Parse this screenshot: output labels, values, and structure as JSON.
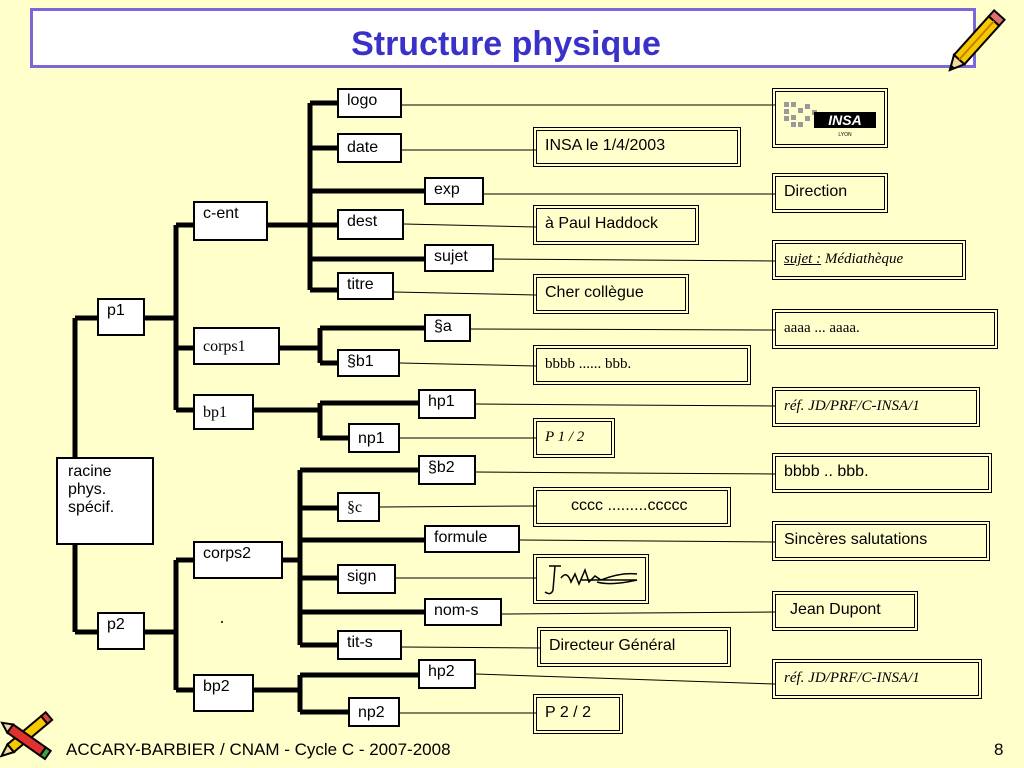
{
  "title": "Structure physique",
  "footer": "ACCARY-BARBIER / CNAM - Cycle C - 2007-2008",
  "page_number": "8",
  "nodes": {
    "racine": "racine\nphys.\nspécif.",
    "p1": "p1",
    "p2": "p2",
    "c_ent": "c-ent",
    "corps1": "corps1",
    "bp1": "bp1",
    "corps2": "corps2",
    "bp2": "bp2",
    "logo": "logo",
    "date": "date",
    "exp": "exp",
    "dest": "dest",
    "sujet": "sujet",
    "titre": "titre",
    "para_a": "§a",
    "para_b1": "§b1",
    "hp1": "hp1",
    "np1": "np1",
    "para_b2": "§b2",
    "para_c": "§c",
    "formule": "formule",
    "sign": "sign",
    "nom_s": "nom-s",
    "tit_s": "tit-s",
    "hp2": "hp2",
    "np2": "np2"
  },
  "values": {
    "logo_text": "INSA",
    "logo_subtext": "LYON",
    "date": "INSA le 1/4/2003",
    "exp": "Direction",
    "dest": "à Paul Haddock",
    "sujet_label": "sujet :",
    "sujet_value": "Médiathèque",
    "titre": "Cher collègue",
    "para_a": "aaaa          ...    aaaa.",
    "para_b1": "bbbb   ......      bbb.",
    "hp1": "réf. JD/PRF/C-INSA/1",
    "np1": "P 1 / 2",
    "para_b2": "bbbb        ..      bbb.",
    "para_c": "cccc .........ccccc",
    "formule": "Sincères salutations",
    "nom_s": "Jean Dupont",
    "tit_s": "Directeur Général",
    "hp2": "réf. JD/PRF/C-INSA/1",
    "np2": "P 2 / 2"
  },
  "icons": {
    "pencil_top": "pencil-icon",
    "pencils_bottom": "pencils-icon",
    "signature": "signature-image",
    "logo": "insa-logo"
  },
  "colors": {
    "background": "#ffffcc",
    "title": "#3a32c8",
    "title_border": "#7b67d9"
  }
}
